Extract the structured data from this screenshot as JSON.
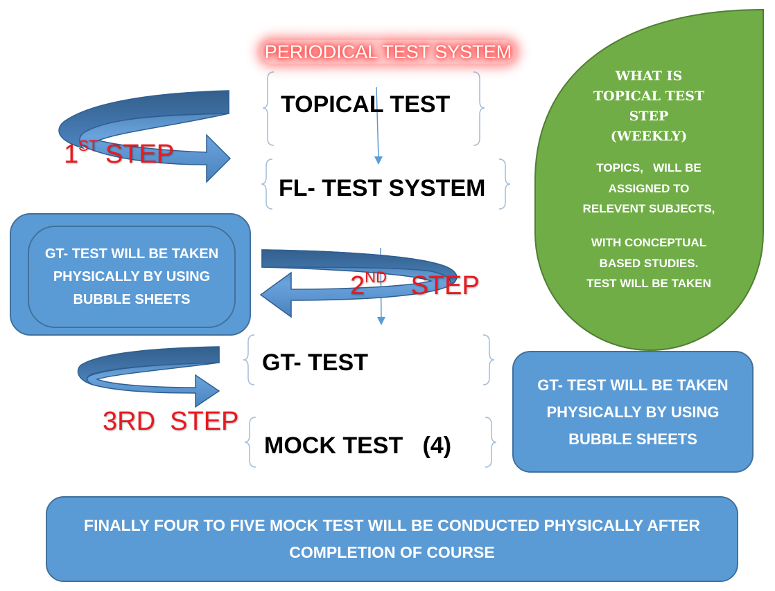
{
  "title": "PERIODICAL TEST SYSTEM",
  "stages": {
    "topical": "TOPICAL TEST",
    "fl": "FL- TEST SYSTEM",
    "gt": "GT- TEST",
    "mock": "MOCK TEST   (4)"
  },
  "steps": {
    "first_num": "1",
    "first_sup": "ST",
    "first_word": "STEP",
    "second_num": "2",
    "second_sup": "ND",
    "second_word": "STEP",
    "third": "3RD  STEP"
  },
  "left_box": {
    "lines": [
      "GT- TEST WILL BE TAKEN",
      "PHYSICALLY BY USING",
      "BUBBLE SHEETS"
    ]
  },
  "right_box": {
    "lines": [
      "GT- TEST WILL BE TAKEN",
      "PHYSICALLY BY USING",
      "BUBBLE SHEETS"
    ]
  },
  "leaf": {
    "heading": [
      "WHAT IS",
      "TOPICAL TEST",
      "STEP",
      "(WEEKLY)"
    ],
    "body_a": [
      "TOPICS,   WILL BE",
      "ASSIGNED TO",
      "RELEVENT SUBJECTS,"
    ],
    "body_b": [
      "WITH CONCEPTUAL",
      "BASED STUDIES.",
      "TEST WILL BE TAKEN"
    ]
  },
  "bottom_box": {
    "lines": [
      "FINALLY FOUR TO FIVE MOCK TEST WILL BE CONDUCTED PHYSICALLY AFTER",
      "COMPLETION OF COURSE"
    ]
  },
  "colors": {
    "box_blue": "#5b9bd5",
    "box_border": "#41719c",
    "leaf_green": "#70ad47",
    "step_red": "#e8191f"
  }
}
